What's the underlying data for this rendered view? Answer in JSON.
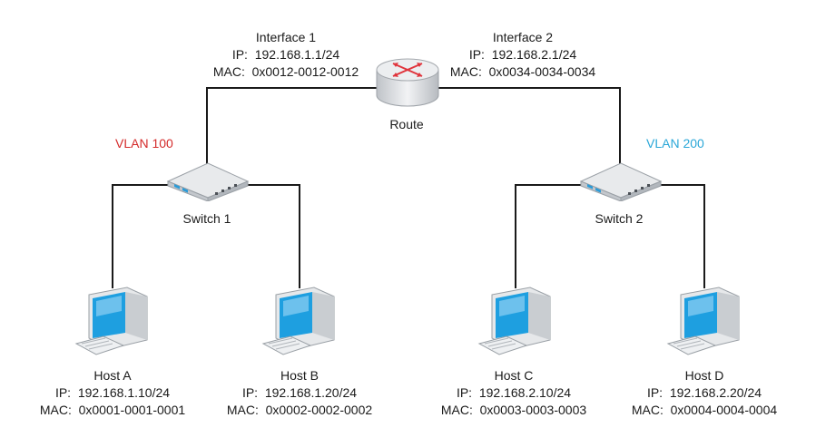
{
  "router": {
    "label": "Route",
    "interface1": {
      "title": "Interface 1",
      "ip_label": "IP:",
      "ip": "192.168.1.1/24",
      "mac_label": "MAC:",
      "mac": "0x0012-0012-0012"
    },
    "interface2": {
      "title": "Interface 2",
      "ip_label": "IP:",
      "ip": "192.168.2.1/24",
      "mac_label": "MAC:",
      "mac": "0x0034-0034-0034"
    }
  },
  "vlans": [
    {
      "label": "VLAN 100",
      "color": "#d42b2b"
    },
    {
      "label": "VLAN 200",
      "color": "#2aa7d8"
    }
  ],
  "switches": [
    {
      "label": "Switch 1"
    },
    {
      "label": "Switch 2"
    }
  ],
  "hosts": [
    {
      "name": "Host A",
      "ip_label": "IP:",
      "ip": "192.168.1.10/24",
      "mac_label": "MAC:",
      "mac": "0x0001-0001-0001"
    },
    {
      "name": "Host B",
      "ip_label": "IP:",
      "ip": "192.168.1.20/24",
      "mac_label": "MAC:",
      "mac": "0x0002-0002-0002"
    },
    {
      "name": "Host C",
      "ip_label": "IP:",
      "ip": "192.168.2.10/24",
      "mac_label": "MAC:",
      "mac": "0x0003-0003-0003"
    },
    {
      "name": "Host D",
      "ip_label": "IP:",
      "ip": "192.168.2.20/24",
      "mac_label": "MAC:",
      "mac": "0x0004-0004-0004"
    }
  ],
  "icons": {
    "router": "router-icon",
    "switch": "switch-icon",
    "host": "desktop-computer-icon"
  },
  "colors": {
    "link": "#1a1a1a",
    "screen": "#1e9fe0",
    "router_arrows": "#e0343c"
  }
}
